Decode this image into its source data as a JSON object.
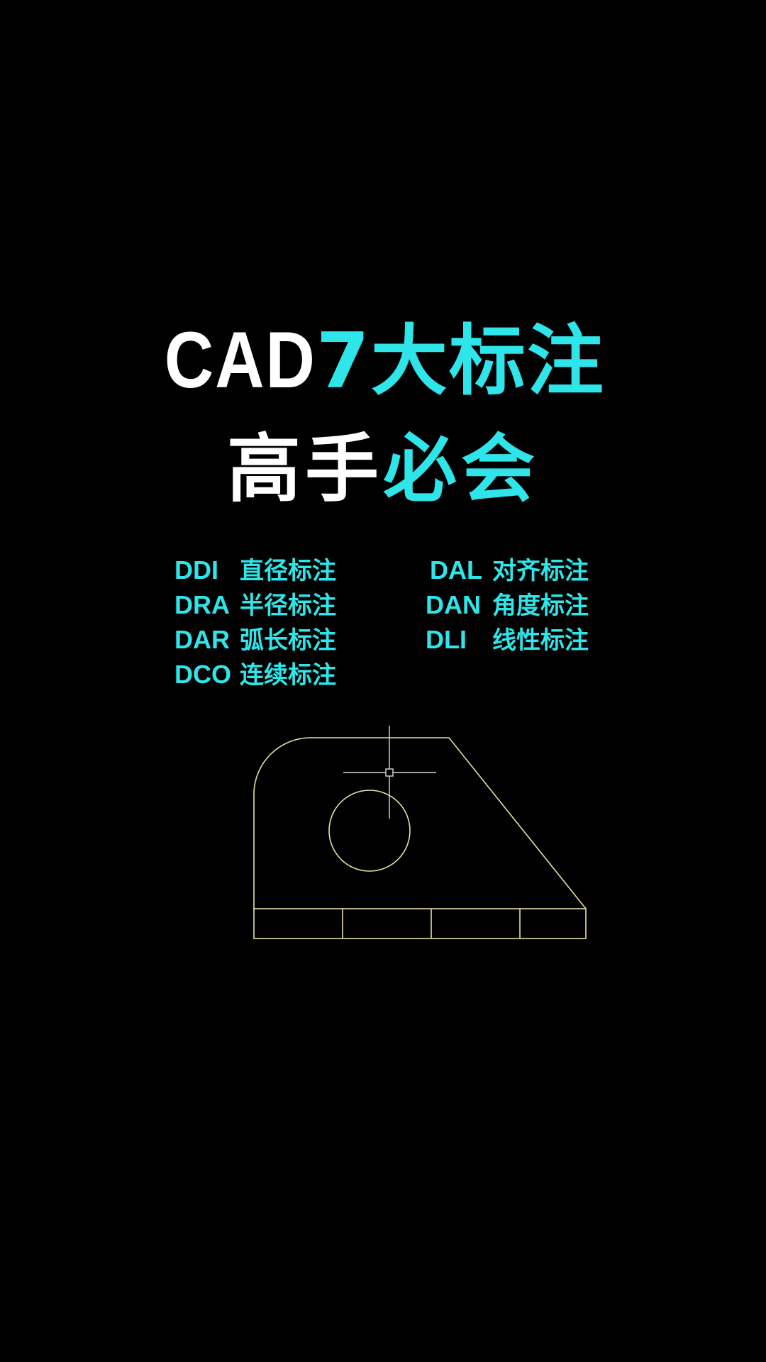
{
  "title": {
    "line1": [
      {
        "text": "CAD",
        "color": "#ffffff"
      },
      {
        "text": "7大标注",
        "color": "#2ee6ea"
      }
    ],
    "line2": [
      {
        "text": "高手",
        "color": "#ffffff"
      },
      {
        "text": "必会",
        "color": "#2ee6ea"
      }
    ]
  },
  "commands": {
    "left": [
      {
        "code": "DDI",
        "label": "直径标注"
      },
      {
        "code": "DRA",
        "label": "半径标注"
      },
      {
        "code": "DAR",
        "label": "弧长标注"
      },
      {
        "code": "DCO",
        "label": "连续标注"
      }
    ],
    "right": [
      {
        "code": "DAL",
        "label": "对齐标注"
      },
      {
        "code": "DAN",
        "label": "角度标注"
      },
      {
        "code": "DLI",
        "label": "线性标注"
      }
    ]
  },
  "colors": {
    "background": "#000000",
    "accent": "#2ee6ea",
    "title_white": "#ffffff",
    "drawing_line": "#e6e0a0",
    "cursor": "#d8d8d8"
  },
  "drawing": {
    "shape": "cad-part-outline",
    "features": [
      "rounded-corner-arc",
      "chamfer-diagonal",
      "circle-hole",
      "bottom-base-with-4-cells",
      "crosshair-cursor"
    ]
  }
}
